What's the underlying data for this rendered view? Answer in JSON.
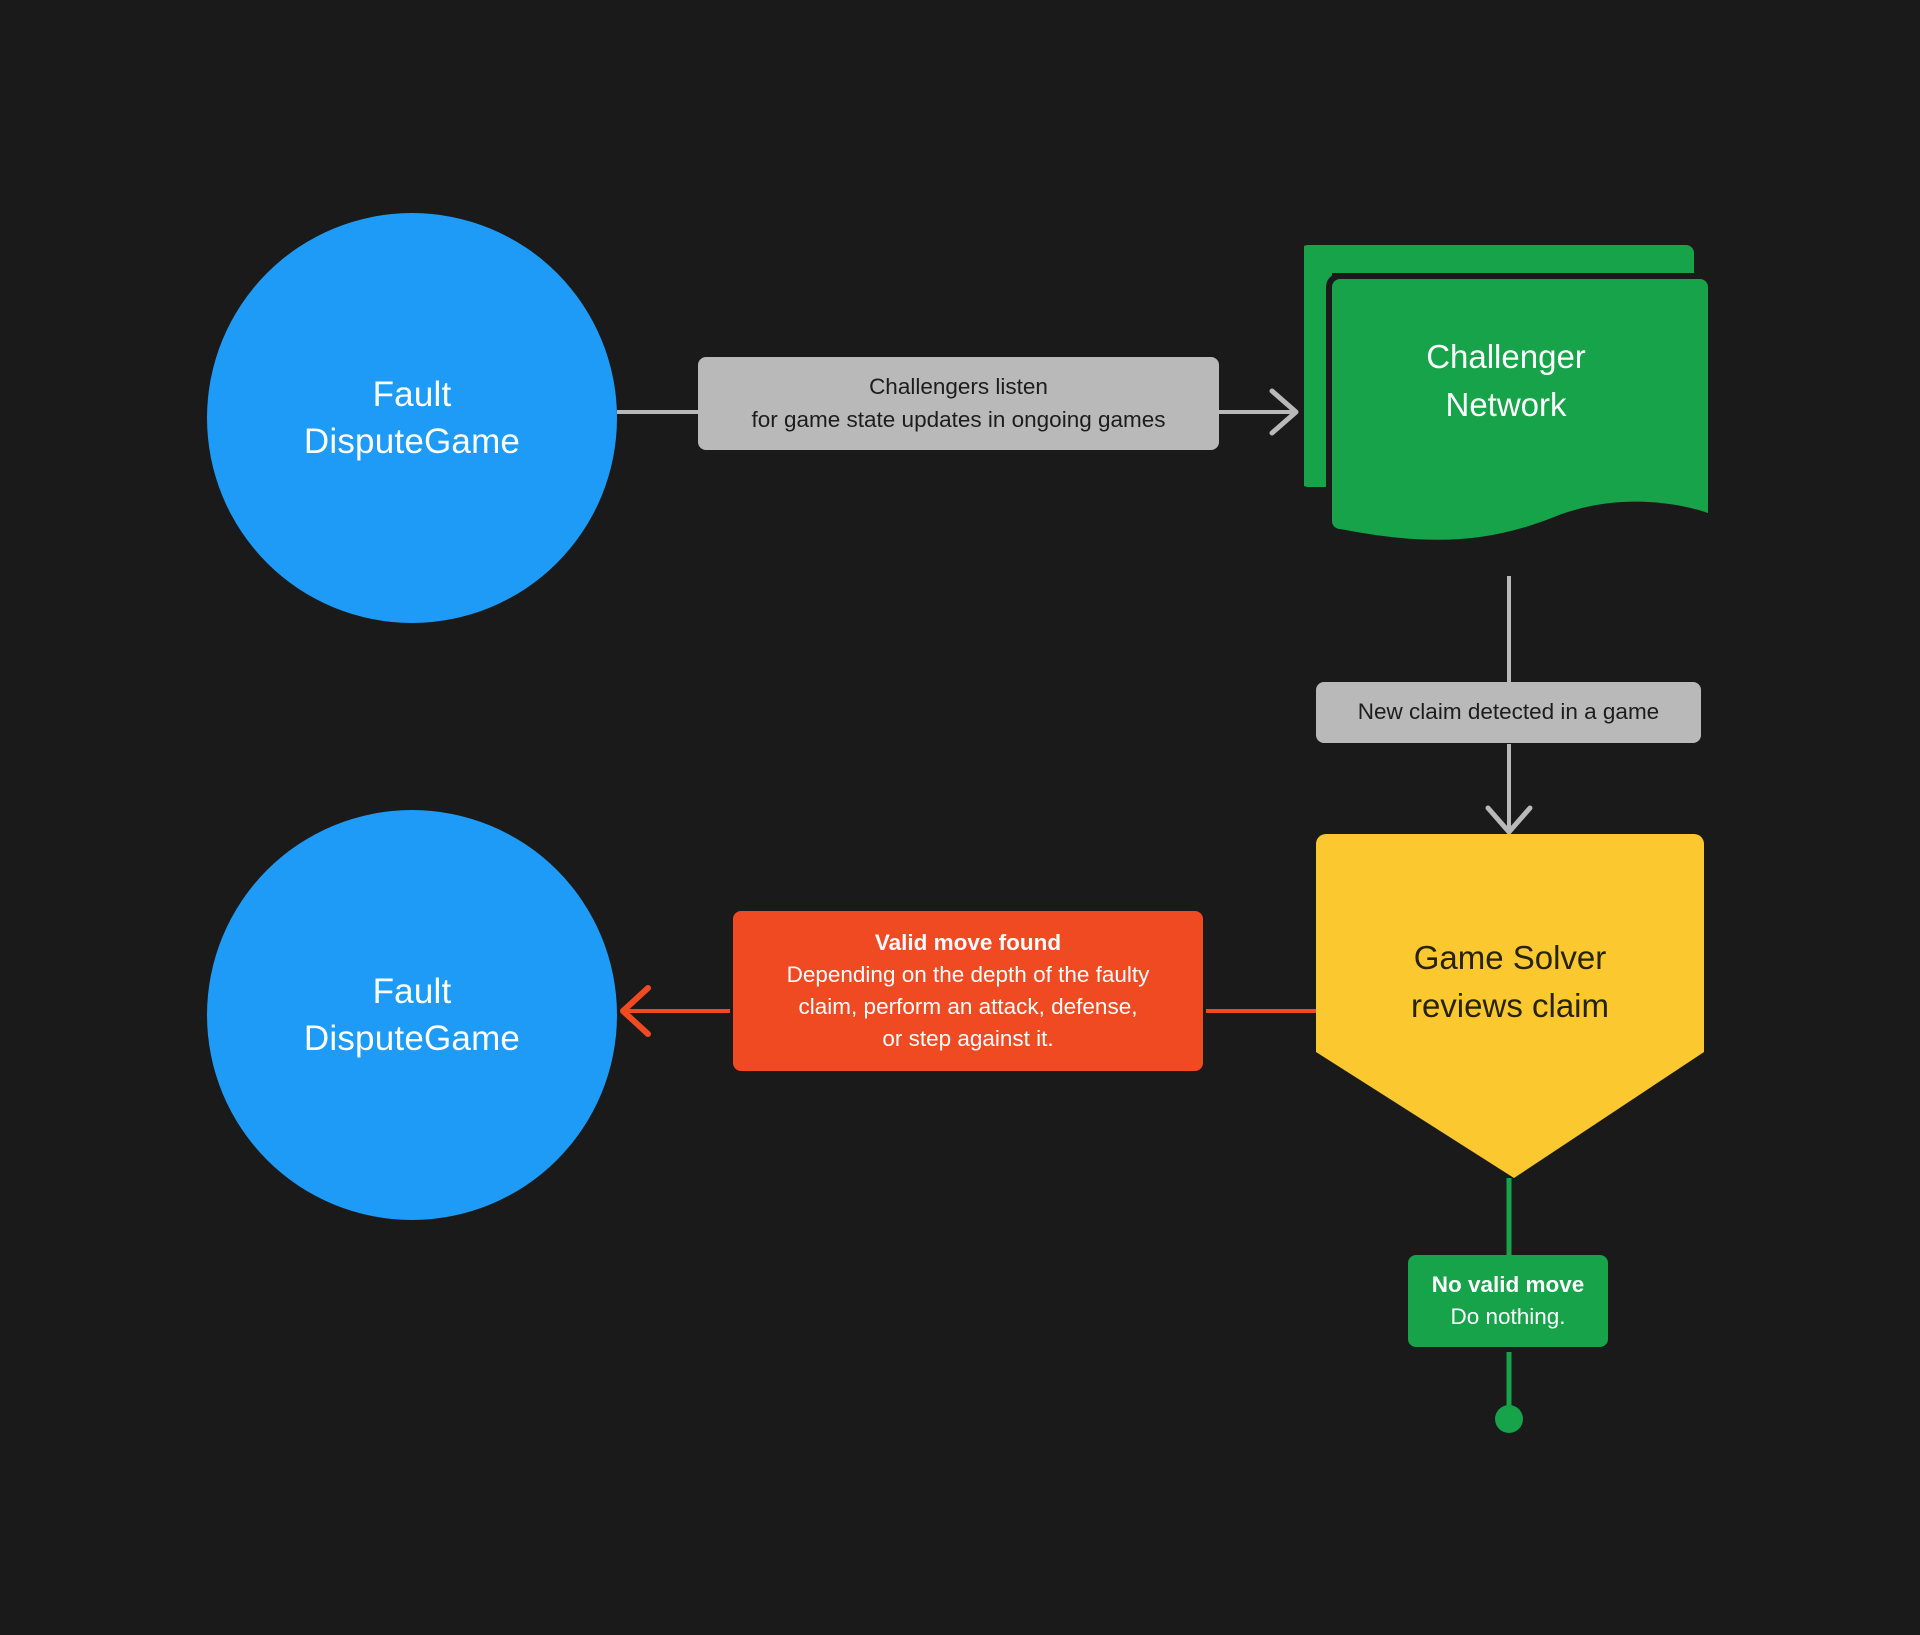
{
  "diagram": {
    "background_color": "#1a1a1a",
    "nodes": [
      {
        "id": "fdg-top",
        "shape": "circle",
        "color": "#1d9bf7",
        "text_color": "#ffffff",
        "lines": [
          "Fault",
          "DisputeGame"
        ]
      },
      {
        "id": "challenger-network",
        "shape": "multi-document",
        "color": "#16a34a",
        "text_color": "#ffffff",
        "lines": [
          "Challenger",
          "Network"
        ]
      },
      {
        "id": "game-solver",
        "shape": "pentagon-shield",
        "color": "#fbc830",
        "text_color": "#262300",
        "lines": [
          "Game Solver",
          "reviews claim"
        ]
      },
      {
        "id": "fdg-bottom",
        "shape": "circle",
        "color": "#1d9bf7",
        "text_color": "#ffffff",
        "lines": [
          "Fault",
          "DisputeGame"
        ]
      }
    ],
    "edges": [
      {
        "id": "edge-fdg-to-challenger",
        "from": "fdg-top",
        "to": "challenger-network",
        "color": "#b9b9b9",
        "direction": "right",
        "label": {
          "style": "grey",
          "background": "#b9b9b9",
          "text_color": "#1d1d1d",
          "lines": [
            "Challengers listen",
            "for game state updates in ongoing games"
          ]
        }
      },
      {
        "id": "edge-challenger-to-solver",
        "from": "challenger-network",
        "to": "game-solver",
        "color": "#b9b9b9",
        "direction": "down",
        "label": {
          "style": "grey",
          "background": "#b9b9b9",
          "text_color": "#1d1d1d",
          "lines": [
            "New claim detected in a game"
          ]
        }
      },
      {
        "id": "edge-solver-to-fdg",
        "from": "game-solver",
        "to": "fdg-bottom",
        "color": "#f04a23",
        "direction": "left",
        "label": {
          "style": "orange",
          "background": "#f04a23",
          "text_color": "#ffffff",
          "heading": "Valid move found",
          "lines": [
            "Depending on the depth of the faulty",
            "claim, perform an attack, defense,",
            "or step against it."
          ]
        }
      },
      {
        "id": "edge-solver-to-terminator",
        "from": "game-solver",
        "to": "terminator",
        "color": "#16a34a",
        "direction": "down",
        "label": {
          "style": "green",
          "background": "#16a34a",
          "text_color": "#ffffff",
          "heading": "No valid move",
          "lines": [
            "Do nothing."
          ]
        }
      }
    ],
    "terminator": {
      "id": "terminator-dot",
      "shape": "circle",
      "color": "#16a34a"
    }
  },
  "node_fdg_top": {
    "line1": "Fault",
    "line2": "DisputeGame"
  },
  "node_fdg_bottom": {
    "line1": "Fault",
    "line2": "DisputeGame"
  },
  "node_challenger_network": {
    "line1": "Challenger",
    "line2": "Network"
  },
  "node_game_solver": {
    "line1": "Game Solver",
    "line2": "reviews claim"
  },
  "label_challengers_listen": {
    "line1": "Challengers listen",
    "line2": "for game state updates in ongoing games"
  },
  "label_new_claim": {
    "line1": "New claim detected in a game"
  },
  "label_valid_move": {
    "heading": "Valid move found",
    "line1": "Depending on the depth of the faulty",
    "line2": "claim, perform an attack, defense,",
    "line3": "or step against it."
  },
  "label_no_valid_move": {
    "heading": "No valid move",
    "line1": "Do nothing."
  }
}
